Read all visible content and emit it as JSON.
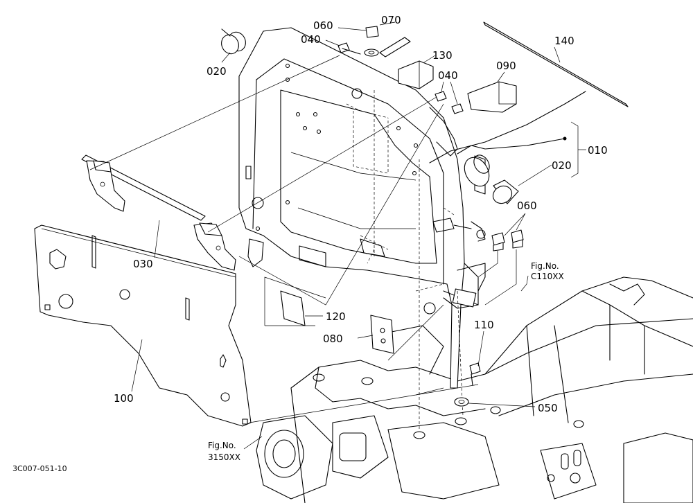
{
  "callouts": {
    "p060_top": "060",
    "p070": "070",
    "p040_left": "040",
    "p020_left": "020",
    "p130": "130",
    "p040_mid": "040",
    "p090": "090",
    "p140": "140",
    "p010": "010",
    "p020_right": "020",
    "p060_right": "060",
    "p030": "030",
    "p120": "120",
    "p080": "080",
    "p110": "110",
    "p050": "050",
    "p100": "100"
  },
  "references": {
    "fig_c110": {
      "line1": "Fig.No.",
      "line2": "C110XX"
    },
    "fig_3150": {
      "line1": "Fig.No.",
      "line2": "3150XX"
    }
  },
  "drawing_code": "3C007-051-10"
}
